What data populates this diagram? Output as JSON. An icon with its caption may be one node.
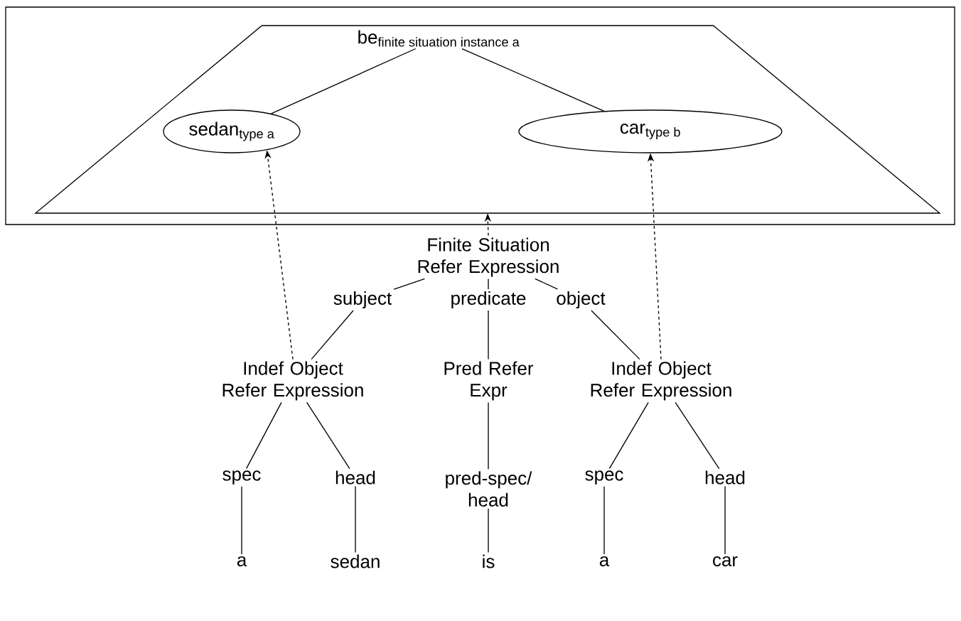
{
  "diagram": {
    "nodes": [
      {
        "text": [],
        "shape": "box"
      },
      {
        "text": [],
        "shape": "trapezoid",
        "in": 0
      },
      {
        "text": [
          "\\text{be}_{\\text{finite situation instance a}}"
        ],
        "in": 1
      },
      {
        "text": [
          "\\text{sedan}_{\\text{type a}}"
        ],
        "in": 1
      },
      {
        "text": [
          "\\text{car}_{\\text{type b}}"
        ],
        "in": 1
      },
      {
        "text": [
          "Finite Situation Refer Expression"
        ]
      },
      {
        "text": [
          "subject"
        ]
      },
      {
        "text": [
          "predicate"
        ]
      },
      {
        "text": [
          "object"
        ]
      },
      {
        "text": [
          "Indef Object Refer Expression"
        ]
      },
      {
        "text": [
          "Pred Refer Expr"
        ]
      },
      {
        "text": [
          "Indef Object Refer Expression"
        ]
      },
      {
        "text": [
          "spec"
        ]
      },
      {
        "text": [
          "head"
        ]
      },
      {
        "text": [
          "pred-spec/ head"
        ]
      },
      {
        "text": [
          "spec"
        ]
      },
      {
        "text": [
          "head"
        ]
      },
      {
        "text": [
          "a"
        ]
      },
      {
        "text": [
          "sedan"
        ]
      },
      {
        "text": [
          "is"
        ]
      },
      {
        "text": [
          "a"
        ]
      },
      {
        "text": [
          "car"
        ]
      }
    ],
    "edges": [
      {
        "from": 2,
        "to": 3,
        "arrow": "none"
      },
      {
        "from": 2,
        "to": 4,
        "arrow": "none"
      },
      {
        "from": 5,
        "to": 1,
        "arrow": "to",
        "style": "dashed"
      },
      {
        "from": 5,
        "to": 6,
        "arrow": "none"
      },
      {
        "from": 5,
        "to": 7,
        "arrow": "none"
      },
      {
        "from": 5,
        "to": 8,
        "arrow": "none"
      },
      {
        "from": 6,
        "to": 9,
        "arrow": "none"
      },
      {
        "from": 9,
        "to": 3,
        "arrow": "to",
        "style": "dashed"
      },
      {
        "from": 7,
        "to": 10,
        "arrow": "none"
      },
      {
        "from": 8,
        "to": 11,
        "arrow": "none"
      },
      {
        "from": 11,
        "to": 4,
        "arrow": "to",
        "style": "dashed"
      },
      {
        "from": 9,
        "to": 12,
        "arrow": "none"
      },
      {
        "from": 9,
        "to": 13,
        "arrow": "none"
      },
      {
        "from": 10,
        "to": 14,
        "arrow": "none"
      },
      {
        "from": 11,
        "to": 15,
        "arrow": "none"
      },
      {
        "from": 11,
        "to": 16,
        "arrow": "none"
      },
      {
        "from": 12,
        "to": 17,
        "arrow": "none"
      },
      {
        "from": 13,
        "to": 18,
        "arrow": "none"
      },
      {
        "from": 14,
        "to": 19,
        "arrow": "none"
      },
      {
        "from": 15,
        "to": 20,
        "arrow": "none"
      },
      {
        "from": 16,
        "to": 21,
        "arrow": "none"
      }
    ]
  }
}
